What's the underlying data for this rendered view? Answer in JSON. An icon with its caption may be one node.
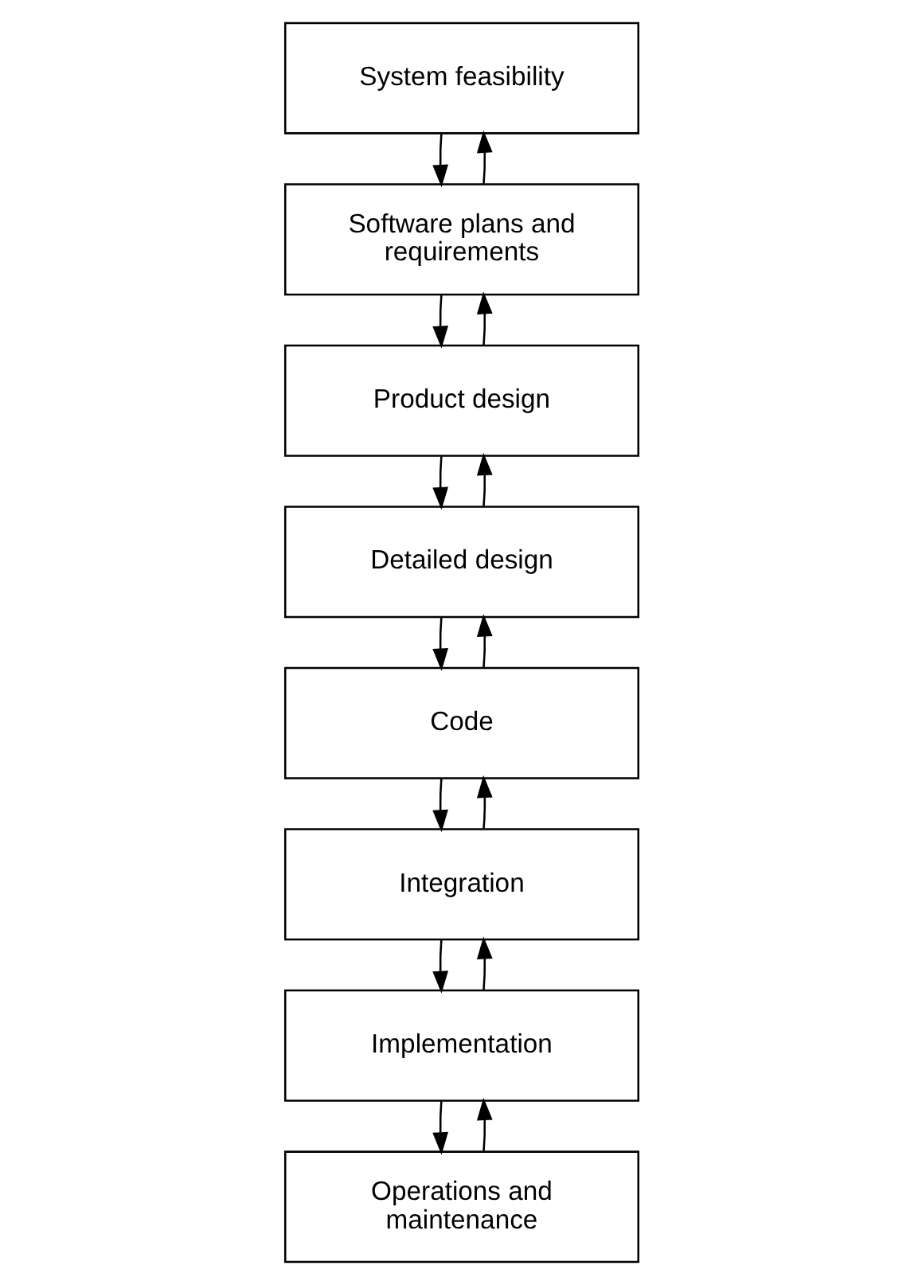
{
  "diagram": {
    "nodes": [
      {
        "text": [
          "System feasibility"
        ]
      },
      {
        "text": [
          "Software plans and requirements"
        ]
      },
      {
        "text": [
          "Product design"
        ]
      },
      {
        "text": [
          "Detailed design"
        ]
      },
      {
        "text": [
          "Code"
        ]
      },
      {
        "text": [
          "Integration"
        ]
      },
      {
        "text": [
          "Implementation"
        ]
      },
      {
        "text": [
          "Operations and maintenance"
        ]
      }
    ],
    "edges": [
      {
        "from": 0,
        "to": 1,
        "arrow": "to"
      },
      {
        "from": 1,
        "to": 0,
        "arrow": "to"
      },
      {
        "from": 1,
        "to": 2,
        "arrow": "to"
      },
      {
        "from": 2,
        "to": 1,
        "arrow": "to"
      },
      {
        "from": 2,
        "to": 3,
        "arrow": "to"
      },
      {
        "from": 3,
        "to": 2,
        "arrow": "to"
      },
      {
        "from": 3,
        "to": 4,
        "arrow": "to"
      },
      {
        "from": 4,
        "to": 3,
        "arrow": "to"
      },
      {
        "from": 4,
        "to": 5,
        "arrow": "to"
      },
      {
        "from": 5,
        "to": 4,
        "arrow": "to"
      },
      {
        "from": 5,
        "to": 6,
        "arrow": "to"
      },
      {
        "from": 6,
        "to": 5,
        "arrow": "to"
      },
      {
        "from": 6,
        "to": 7,
        "arrow": "to"
      },
      {
        "from": 7,
        "to": 6,
        "arrow": "to"
      }
    ]
  }
}
